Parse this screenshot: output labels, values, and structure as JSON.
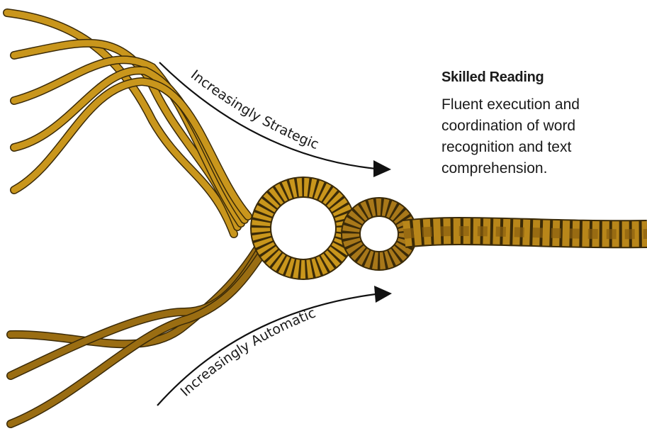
{
  "diagram": {
    "upper_arrow_label": "Increasingly Strategic",
    "lower_arrow_label": "Increasingly Automatic",
    "outcome": {
      "title": "Skilled Reading",
      "description": "Fluent execution and coordination of word recognition and text comprehension."
    }
  },
  "colors": {
    "upper_strands": "#c9961c",
    "lower_strands": "#9a6d12",
    "outline": "#3a2a08",
    "arrow": "#111111"
  }
}
